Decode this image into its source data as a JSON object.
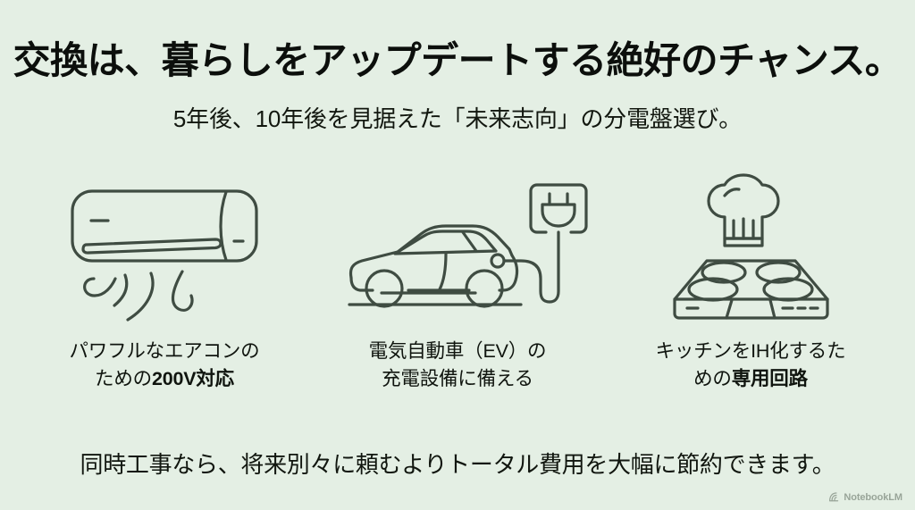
{
  "slide": {
    "background_color": "#e4efe4",
    "line_color": "#3f4c42",
    "text_color": "#11160f",
    "title": "交換は、暮らしをアップデートする絶好のチャンス。",
    "subtitle": "5年後、10年後を見据えた「未来志向」の分電盤選び。",
    "footer_note": "同時工事なら、将来別々に頼むよりトータル費用を大幅に節約できます。"
  },
  "columns": [
    {
      "icon_name": "air-conditioner-icon",
      "caption_line1": "パワフルなエアコンの",
      "caption_line2_normal": "ための",
      "caption_line2_strong": "200V対応"
    },
    {
      "icon_name": "electric-vehicle-charging-icon",
      "caption_line1": "電気自動車（EV）の",
      "caption_line2_normal": "充電設備に備える",
      "caption_line2_strong": ""
    },
    {
      "icon_name": "induction-cooktop-icon",
      "caption_line1": "キッチンをIH化するた",
      "caption_line2_normal": "めの",
      "caption_line2_strong": "専用回路"
    }
  ],
  "watermark": {
    "label": "NotebookLM",
    "icon_name": "notebooklm-logo-icon"
  }
}
